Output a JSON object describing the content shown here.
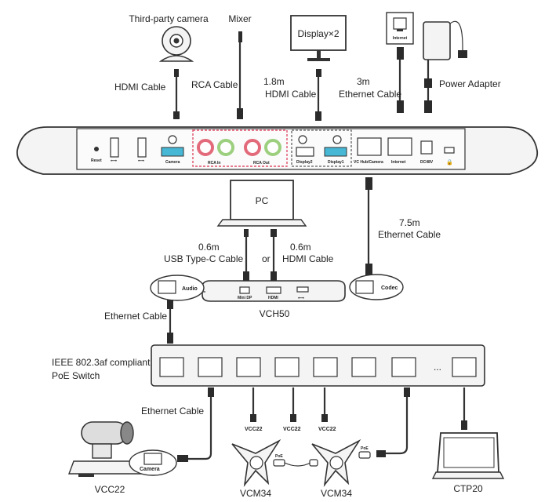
{
  "labels": {
    "third_party_camera": "Third-party camera",
    "mixer": "Mixer",
    "display": "Display×2",
    "hdmi_cable_left": "HDMI Cable",
    "rca_cable": "RCA Cable",
    "hdmi_len": "1.8m",
    "hdmi_cable_mid": "HDMI Cable",
    "eth_len_3m": "3m",
    "eth_cable_top": "Ethernet Cable",
    "power_adapter": "Power Adapter",
    "internet_jack": "Internet",
    "pc": "PC",
    "usb_len": "0.6m",
    "usb_cable": "USB Type-C Cable",
    "or": "or",
    "hdmi_len2": "0.6m",
    "hdmi_cable_pc": "HDMI Cable",
    "eth_len_75": "7.5m",
    "eth_cable_codec": "Ethernet Cable",
    "audio": "Audio",
    "codec": "Codec",
    "vch50": "VCH50",
    "eth_cable_audio": "Ethernet Cable",
    "poe_switch_line1": "IEEE 802.3af compliant",
    "poe_switch_line2": "PoE Switch",
    "ellipsis": "...",
    "eth_cable_camera": "Ethernet Cable",
    "vcc22_a": "VCC22",
    "vcc22_b": "VCC22",
    "vcc22_c": "VCC22",
    "vcc22_cam": "VCC22",
    "camera_port": "Camera",
    "vcm34_a": "VCM34",
    "vcm34_b": "VCM34",
    "ctp20": "CTP20",
    "poe_a": "PoE",
    "poe_b": "PoE"
  },
  "panel_ports": {
    "reset": "Reset",
    "camera": "Camera",
    "rca_in": "RCA In",
    "rca_out": "RCA Out",
    "display2": "Display2",
    "display1": "Display1",
    "vc_hub": "VC Hub/Camera",
    "internet": "Internet",
    "dc": "DC48V"
  },
  "vch50_ports": {
    "mini_dp": "Mini DP",
    "hdmi": "HDMI"
  },
  "colors": {
    "hdmi_port": "#46b8d6",
    "rca_red": "#e26a7a",
    "rca_green": "#9ccf7e",
    "rca_box": "#e0506a"
  }
}
